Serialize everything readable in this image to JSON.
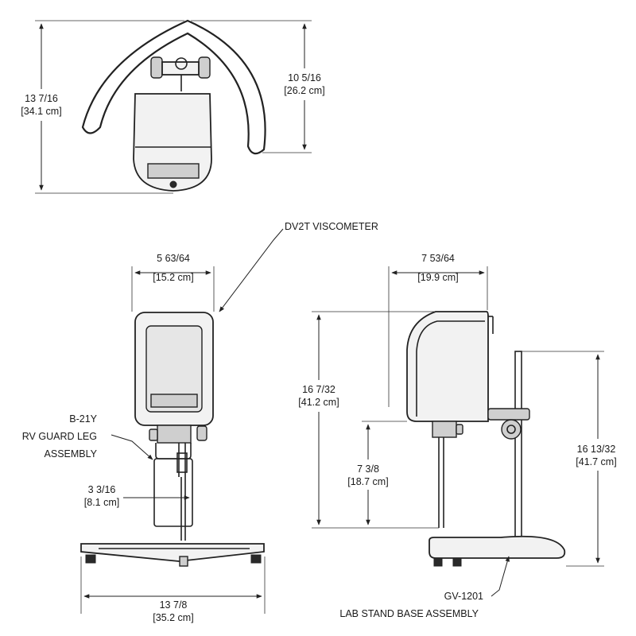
{
  "diagram": {
    "top_view": {
      "width_dim": {
        "imperial": "13 7/16",
        "metric": "[34.1 cm]"
      },
      "depth_dim": {
        "imperial": "10 5/16",
        "metric": "[26.2 cm]"
      }
    },
    "front_view": {
      "head_width": {
        "imperial": "5 63/64",
        "metric": "[15.2 cm]"
      },
      "guard_width": {
        "imperial": "3 3/16",
        "metric": "[8.1 cm]"
      },
      "base_width": {
        "imperial": "13 7/8",
        "metric": "[35.2 cm]"
      }
    },
    "side_view": {
      "depth": {
        "imperial": "7 53/64",
        "metric": "[19.9 cm]"
      },
      "overall_height": {
        "imperial": "16 7/32",
        "metric": "[41.2 cm]"
      },
      "spindle_height": {
        "imperial": "7 3/8",
        "metric": "[18.7 cm]"
      },
      "rod_height": {
        "imperial": "16 13/32",
        "metric": "[41.7 cm]"
      }
    },
    "callouts": {
      "viscometer": "DV2T VISCOMETER",
      "guard_leg": [
        "B-21Y",
        "RV GUARD LEG",
        "ASSEMBLY"
      ],
      "base": [
        "GV-1201",
        "LAB STAND BASE ASSEMBLY"
      ]
    }
  }
}
